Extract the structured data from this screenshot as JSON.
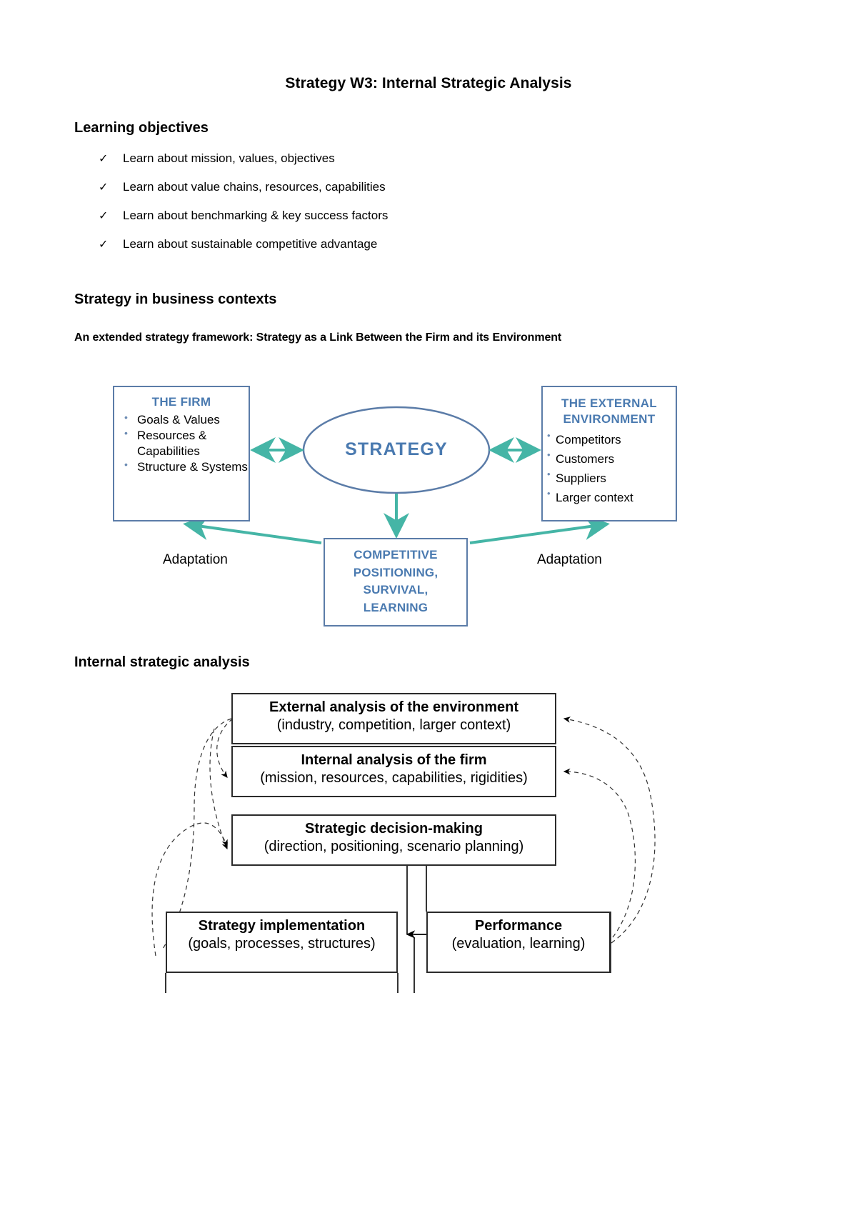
{
  "document": {
    "title": "Strategy W3: Internal Strategic Analysis",
    "sections": {
      "learning_objectives_heading": "Learning objectives",
      "strategy_contexts_heading": "Strategy in business contexts",
      "framework_subheading": "An extended strategy framework: Strategy as a Link Between the Firm and its Environment",
      "internal_analysis_heading": "Internal strategic analysis"
    },
    "learning_objectives": [
      "Learn about mission, values, objectives",
      "Learn about value chains, resources, capabilities",
      "Learn about benchmarking & key success factors",
      "Learn about sustainable competitive advantage"
    ],
    "bullet_marker": "✓"
  },
  "framework_diagram": {
    "firm": {
      "heading": "THE FIRM",
      "items": [
        "Goals & Values",
        "Resources & Capabilities",
        "Structure & Systems"
      ]
    },
    "external": {
      "heading_line1": "THE EXTERNAL",
      "heading_line2": "ENVIRONMENT",
      "items": [
        "Competitors",
        "Customers",
        "Suppliers",
        "Larger context"
      ]
    },
    "center": {
      "label": "STRATEGY"
    },
    "outcome": {
      "line1": "COMPETITIVE",
      "line2": "POSITIONING,",
      "line3": "SURVIVAL,",
      "line4": "LEARNING"
    },
    "adaptation_left_label": "Adaptation",
    "adaptation_right_label": "Adaptation",
    "colors": {
      "box_border": "#5b7ca8",
      "heading_text": "#4a7ab0",
      "arrow": "#45b5a6",
      "ellipse_stroke": "#5b7ca8"
    }
  },
  "flow_diagram": {
    "boxes": [
      {
        "title": "External analysis of the environment",
        "subtitle": "(industry, competition, larger context)"
      },
      {
        "title": "Internal analysis of the firm",
        "subtitle": "(mission, resources, capabilities, rigidities)"
      },
      {
        "title": "Strategic decision-making",
        "subtitle": "(direction, positioning, scenario planning)"
      },
      {
        "title": "Strategy implementation",
        "subtitle": "(goals, processes, structures)"
      },
      {
        "title": "Performance",
        "subtitle": "(evaluation, learning)"
      }
    ],
    "colors": {
      "box_border": "#2b2b2b",
      "arrow": "#000000"
    }
  }
}
